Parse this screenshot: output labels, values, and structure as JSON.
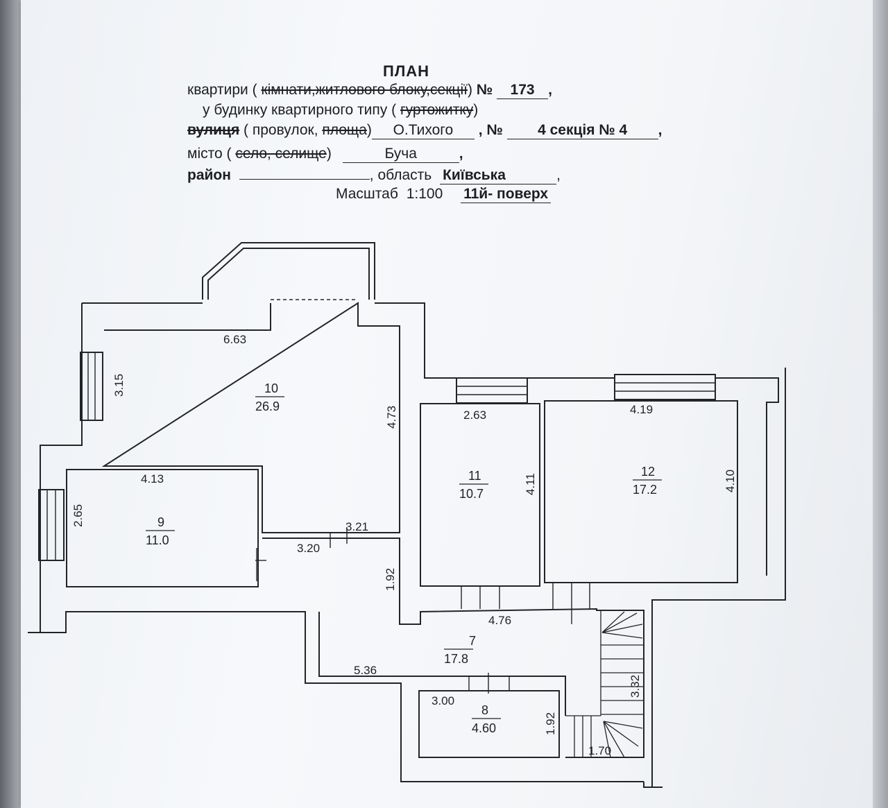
{
  "header": {
    "title": "ПЛАН",
    "line1": {
      "prefix": "квартири (",
      "struck": "кімнати,житлового блоку,секції",
      "suffix": ")",
      "no_label": "№",
      "number": "173",
      "tail": ","
    },
    "line2": {
      "text": "у будинку квартирного типу (",
      "struck": "гуртожитку",
      "suffix": ")"
    },
    "line3": {
      "struck1": "вулиця",
      "middle": "( провулок,",
      "struck2": "площа",
      "suffix": ")",
      "street": "О.Тихого",
      "no_label": ", №",
      "house": "4 секція № 4",
      "tail": ","
    },
    "line4": {
      "prefix": "місто (",
      "struck": "село, селище",
      "suffix": ")",
      "city": "Буча",
      "tail": ","
    },
    "line5": {
      "prefix": "район",
      "district": "",
      "sep": ",",
      "oblast_label": "область",
      "oblast": "Київська",
      "tail": ","
    },
    "line6": {
      "scale_label": "Масштаб",
      "scale": "1:100",
      "floor": "11й- поверх"
    }
  },
  "rooms": [
    {
      "number": "10",
      "area": "26.9"
    },
    {
      "number": "11",
      "area": "10.7"
    },
    {
      "number": "12",
      "area": "17.2"
    },
    {
      "number": "9",
      "area": "11.0"
    },
    {
      "number": "7",
      "area": "17.8"
    },
    {
      "number": "8",
      "area": "4.60"
    }
  ],
  "dimensions": {
    "r10_width": "6.63",
    "r10_left": "3.15",
    "r10_right": "4.73",
    "r11_width": "2.63",
    "r11_height": "4.11",
    "r12_width": "4.19",
    "r12_height": "4.10",
    "r9_width": "4.13",
    "r9_height": "2.65",
    "hall_top": "3.21",
    "hall_bottom": "3.20",
    "hall_height": "1.92",
    "corr_width": "4.76",
    "corr_bottom": "5.36",
    "r8_width": "3.00",
    "r8_height": "1.92",
    "stair_height": "3.32",
    "stair_width": "1.70"
  },
  "colors": {
    "paper": "#f3f5f8",
    "ink": "#1f2125",
    "background": "#8a8d92"
  }
}
